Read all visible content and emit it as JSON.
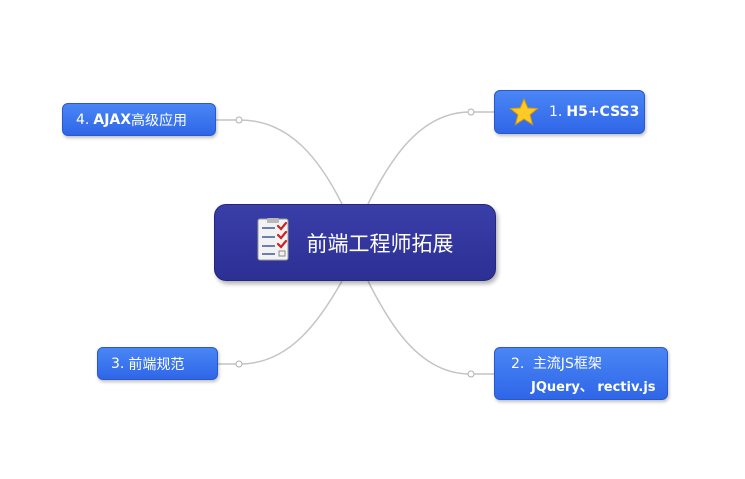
{
  "root": {
    "label": "前端工程师拓展",
    "icon": "checklist-icon"
  },
  "branches": [
    {
      "id": "h5",
      "number": "1.",
      "label": "H5+CSS3",
      "icon": "star-icon"
    },
    {
      "id": "frameworks",
      "number": "2.",
      "label": "主流JS框架",
      "sub": "JQuery、 rectiv.js"
    },
    {
      "id": "standards",
      "number": "3.",
      "label": "前端规范"
    },
    {
      "id": "ajax",
      "number": "4.",
      "label_bold": "AJAX",
      "label": "高级应用"
    }
  ],
  "colors": {
    "root": "#2e3197",
    "branch": "#3b74f0",
    "connector": "#bdbdbd"
  }
}
